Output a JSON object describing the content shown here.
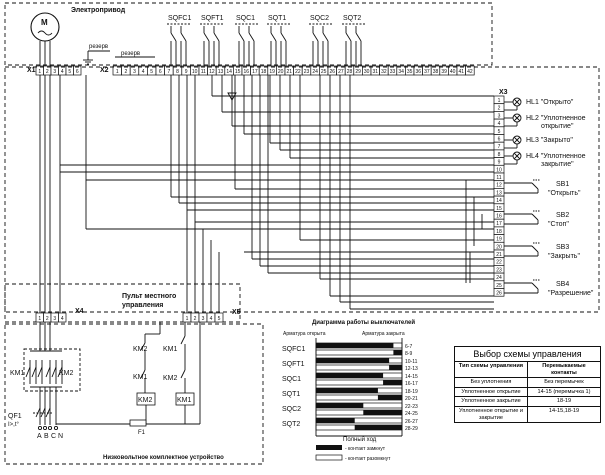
{
  "drive": {
    "title": "Электропривод",
    "motor": "M",
    "reserve1": "резерв",
    "reserve2": "резерв",
    "x1": "X1",
    "x2": "X2",
    "x1_terms": [
      "1",
      "2",
      "3",
      "4",
      "5",
      "6"
    ],
    "x2_terms": [
      "1",
      "2",
      "3",
      "4",
      "5",
      "6",
      "7",
      "8",
      "9",
      "10",
      "11",
      "12",
      "13",
      "14",
      "15",
      "16",
      "17",
      "18",
      "19",
      "20",
      "21",
      "22",
      "23",
      "24",
      "25",
      "26",
      "27",
      "28",
      "29",
      "30",
      "31",
      "32",
      "33",
      "34",
      "35",
      "36",
      "37",
      "38",
      "39",
      "40",
      "41",
      "42"
    ],
    "switches": [
      "SQFC1",
      "SQFT1",
      "SQC1",
      "SQT1",
      "SQC2",
      "SQT2"
    ]
  },
  "right": {
    "x3": "X3",
    "x3_terms": [
      "1",
      "2",
      "3",
      "4",
      "5",
      "6",
      "7",
      "8",
      "9",
      "10",
      "11",
      "12",
      "13",
      "14",
      "15",
      "16",
      "17",
      "18",
      "19",
      "20",
      "21",
      "22",
      "23",
      "24",
      "25",
      "26"
    ],
    "lamps": [
      {
        "id": "HL1",
        "text": "\"Открыто\""
      },
      {
        "id": "HL2",
        "text": "\"Уплотненное",
        "text2": "открытие\""
      },
      {
        "id": "HL3",
        "text": "\"Закрыто\""
      },
      {
        "id": "HL4",
        "text": "\"Уплотненное",
        "text2": "закрытие\""
      }
    ],
    "buttons": [
      {
        "id": "SB1",
        "text": "\"Открыть\""
      },
      {
        "id": "SB2",
        "text": "\"Стоп\""
      },
      {
        "id": "SB3",
        "text": "\"Закрыть\""
      },
      {
        "id": "SB4",
        "text": "\"Разрешение\""
      }
    ]
  },
  "panel": {
    "title1": "Пульт местного",
    "title2": "управления",
    "x4": "X4",
    "x5": "X5",
    "x4_terms": [
      "1",
      "2",
      "3",
      "4"
    ],
    "x5_terms": [
      "1",
      "2",
      "3",
      "4",
      "5"
    ]
  },
  "lvu": {
    "title": "Низковольтное комплектное устройство",
    "km1": "KM1",
    "km2": "KM2",
    "km1b": "KM1",
    "km2b": "KM2",
    "km2c": "KM2",
    "km1c": "KM1",
    "km2coil": "KM2",
    "km1coil": "KM1",
    "fuse": "F1",
    "qf": "QF1",
    "qf2": "I>,t°",
    "phases": [
      "A",
      "B",
      "C",
      "N"
    ]
  },
  "timing": {
    "title": "Диаграмма работы выключателей",
    "left_head": "Арматура открыта",
    "right_head": "Арматура закрыта",
    "rows": [
      {
        "name": "SQFC1",
        "contacts": [
          "6-7",
          "8-9"
        ]
      },
      {
        "name": "SQFT1",
        "contacts": [
          "10-11",
          "12-13"
        ]
      },
      {
        "name": "SQC1",
        "contacts": [
          "14-15",
          "16-17"
        ]
      },
      {
        "name": "SQT1",
        "contacts": [
          "18-19",
          "20-21"
        ]
      },
      {
        "name": "SQC2",
        "contacts": [
          "22-23",
          "24-25"
        ]
      },
      {
        "name": "SQT2",
        "contacts": [
          "26-27",
          "28-29"
        ]
      }
    ],
    "full_stroke": "Полный ход",
    "legend_closed": "- контакт замкнут",
    "legend_open": "- контакт разомкнут"
  },
  "table": {
    "title": "Выбор схемы управления",
    "head": [
      "Тип схемы управления",
      "Перемыкаемые контакты"
    ],
    "rows": [
      [
        "Без уплотнения",
        "Без перемычек"
      ],
      [
        "Уплотненное открытие",
        "14-15 (перемычка 1)"
      ],
      [
        "Уплотненное закрытие",
        "18-19"
      ],
      [
        "Уплотненное открытие и закрытие",
        "14-15,18-19"
      ]
    ]
  }
}
